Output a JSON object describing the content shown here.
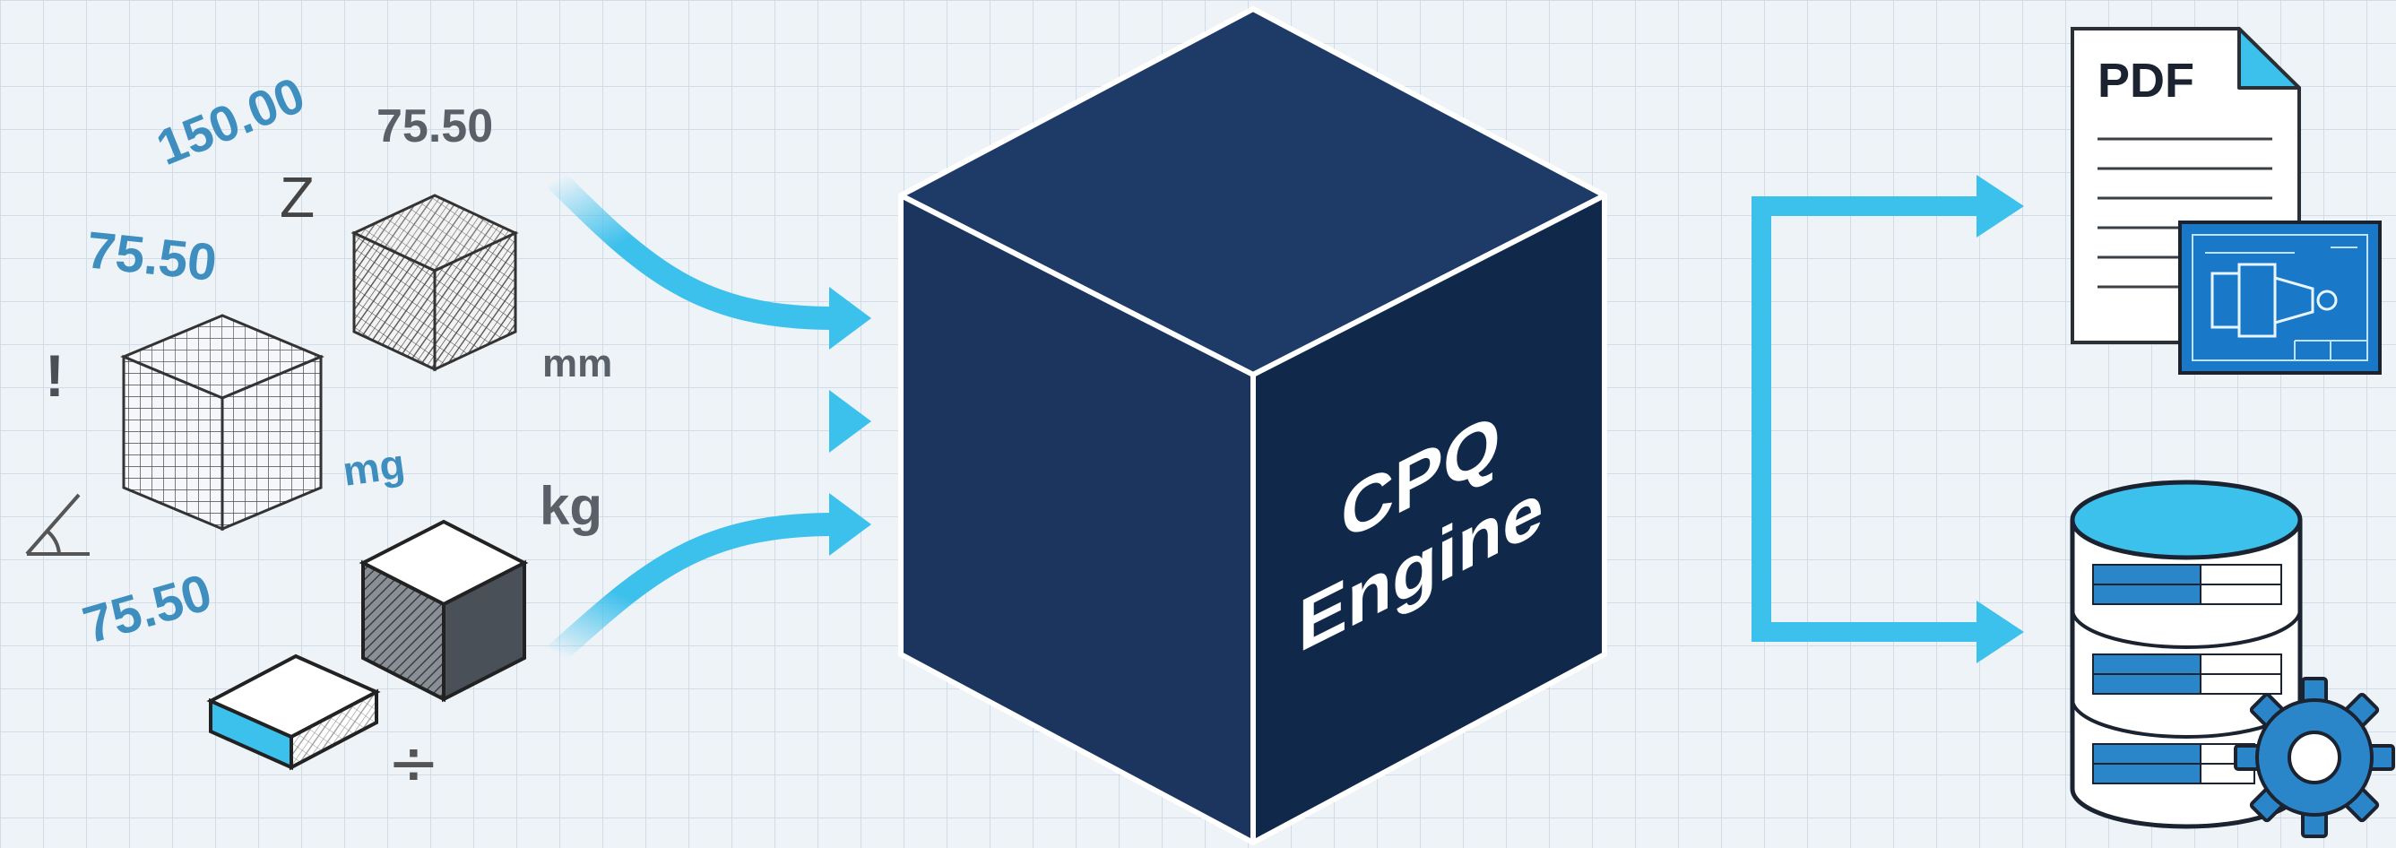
{
  "engine": {
    "line1": "CPQ",
    "line2": "Engine"
  },
  "inputs": {
    "numbers": [
      "150.00",
      "75.50",
      "75.50",
      "75.50"
    ],
    "units": [
      "mm",
      "kg",
      "mg"
    ],
    "symbols": [
      "Z",
      "!",
      "÷"
    ]
  },
  "outputs": {
    "document_label": "PDF",
    "database": "database-gear-icon"
  },
  "colors": {
    "background": "#eef3f8",
    "grid": "#c9d6e4",
    "cube_front": "#1b355e",
    "cube_top": "#1e3b68",
    "cube_right": "#10284a",
    "accent": "#3cc0ec",
    "number_blue": "#3e8fbf",
    "unit_gray": "#5a6068"
  }
}
